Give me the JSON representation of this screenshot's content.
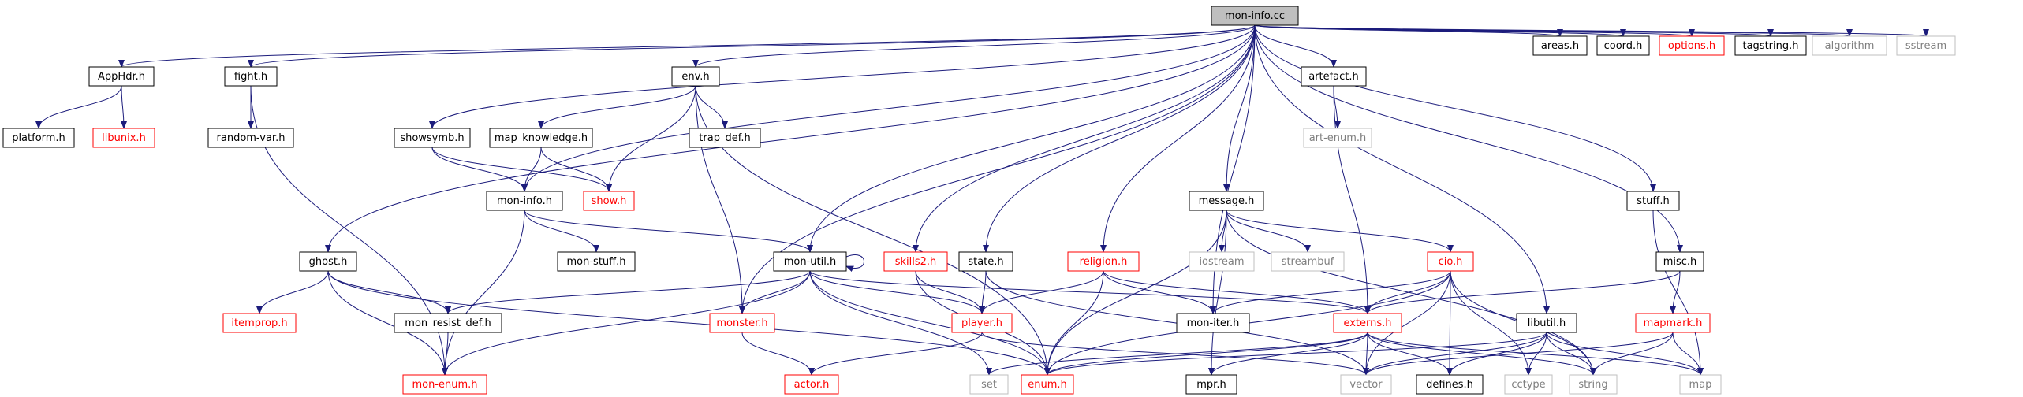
{
  "graph": {
    "nodes": [
      {
        "id": "mon_info_cc",
        "label": "mon-info.cc",
        "style": "root"
      },
      {
        "id": "AppHdr_h",
        "label": "AppHdr.h",
        "style": "normal"
      },
      {
        "id": "platform_h",
        "label": "platform.h",
        "style": "normal"
      },
      {
        "id": "libunix_h",
        "label": "libunix.h",
        "style": "red"
      },
      {
        "id": "fight_h",
        "label": "fight.h",
        "style": "normal"
      },
      {
        "id": "random_var_h",
        "label": "random-var.h",
        "style": "normal"
      },
      {
        "id": "env_h",
        "label": "env.h",
        "style": "normal"
      },
      {
        "id": "trap_def_h",
        "label": "trap_def.h",
        "style": "normal"
      },
      {
        "id": "showsymb_h",
        "label": "showsymb.h",
        "style": "normal"
      },
      {
        "id": "map_knowledge_h",
        "label": "map_knowledge.h",
        "style": "normal"
      },
      {
        "id": "show_h",
        "label": "show.h",
        "style": "red"
      },
      {
        "id": "mon_info_h",
        "label": "mon-info.h",
        "style": "normal"
      },
      {
        "id": "mon_stuff_h",
        "label": "mon-stuff.h",
        "style": "normal"
      },
      {
        "id": "ghost_h",
        "label": "ghost.h",
        "style": "normal"
      },
      {
        "id": "itemprop_h",
        "label": "itemprop.h",
        "style": "red"
      },
      {
        "id": "mon_resist_def_h",
        "label": "mon_resist_def.h",
        "style": "normal"
      },
      {
        "id": "mon_enum_h",
        "label": "mon-enum.h",
        "style": "red"
      },
      {
        "id": "mon_util_h",
        "label": "mon-util.h",
        "style": "normal"
      },
      {
        "id": "monster_h",
        "label": "monster.h",
        "style": "red"
      },
      {
        "id": "actor_h",
        "label": "actor.h",
        "style": "red"
      },
      {
        "id": "skills2_h",
        "label": "skills2.h",
        "style": "red"
      },
      {
        "id": "player_h",
        "label": "player.h",
        "style": "red"
      },
      {
        "id": "state_h",
        "label": "state.h",
        "style": "normal"
      },
      {
        "id": "religion_h",
        "label": "religion.h",
        "style": "red"
      },
      {
        "id": "mon_iter_h",
        "label": "mon-iter.h",
        "style": "normal"
      },
      {
        "id": "set",
        "label": "set",
        "style": "system"
      },
      {
        "id": "enum_h",
        "label": "enum.h",
        "style": "red"
      },
      {
        "id": "message_h",
        "label": "message.h",
        "style": "normal"
      },
      {
        "id": "iostream",
        "label": "iostream",
        "style": "system"
      },
      {
        "id": "streambuf",
        "label": "streambuf",
        "style": "system"
      },
      {
        "id": "mpr_h",
        "label": "mpr.h",
        "style": "normal"
      },
      {
        "id": "artefact_h",
        "label": "artefact.h",
        "style": "normal"
      },
      {
        "id": "art_enum_h",
        "label": "art-enum.h",
        "style": "system"
      },
      {
        "id": "cio_h",
        "label": "cio.h",
        "style": "red"
      },
      {
        "id": "externs_h",
        "label": "externs.h",
        "style": "red"
      },
      {
        "id": "defines_h",
        "label": "defines.h",
        "style": "normal"
      },
      {
        "id": "libutil_h",
        "label": "libutil.h",
        "style": "normal"
      },
      {
        "id": "cctype",
        "label": "cctype",
        "style": "system"
      },
      {
        "id": "string",
        "label": "string",
        "style": "system"
      },
      {
        "id": "vector",
        "label": "vector",
        "style": "system"
      },
      {
        "id": "map",
        "label": "map",
        "style": "system"
      },
      {
        "id": "areas_h",
        "label": "areas.h",
        "style": "normal"
      },
      {
        "id": "coord_h",
        "label": "coord.h",
        "style": "normal"
      },
      {
        "id": "options_h",
        "label": "options.h",
        "style": "red"
      },
      {
        "id": "tagstring_h",
        "label": "tagstring.h",
        "style": "normal"
      },
      {
        "id": "algorithm",
        "label": "algorithm",
        "style": "system"
      },
      {
        "id": "sstream",
        "label": "sstream",
        "style": "system"
      },
      {
        "id": "stuff_h",
        "label": "stuff.h",
        "style": "normal"
      },
      {
        "id": "misc_h",
        "label": "misc.h",
        "style": "normal"
      },
      {
        "id": "mapmark_h",
        "label": "mapmark.h",
        "style": "red"
      }
    ],
    "edges": [
      [
        "mon_info_cc",
        "AppHdr_h"
      ],
      [
        "mon_info_cc",
        "fight_h"
      ],
      [
        "mon_info_cc",
        "env_h"
      ],
      [
        "mon_info_cc",
        "showsymb_h"
      ],
      [
        "mon_info_cc",
        "mon_info_h"
      ],
      [
        "mon_info_cc",
        "ghost_h"
      ],
      [
        "mon_info_cc",
        "mon_util_h"
      ],
      [
        "mon_info_cc",
        "monster_h"
      ],
      [
        "mon_info_cc",
        "skills2_h"
      ],
      [
        "mon_info_cc",
        "state_h"
      ],
      [
        "mon_info_cc",
        "religion_h"
      ],
      [
        "mon_info_cc",
        "message_h"
      ],
      [
        "mon_info_cc",
        "mon_iter_h"
      ],
      [
        "mon_info_cc",
        "artefact_h"
      ],
      [
        "mon_info_cc",
        "libutil_h"
      ],
      [
        "mon_info_cc",
        "areas_h"
      ],
      [
        "mon_info_cc",
        "coord_h"
      ],
      [
        "mon_info_cc",
        "options_h"
      ],
      [
        "mon_info_cc",
        "tagstring_h"
      ],
      [
        "mon_info_cc",
        "algorithm"
      ],
      [
        "mon_info_cc",
        "sstream"
      ],
      [
        "mon_info_cc",
        "stuff_h"
      ],
      [
        "mon_info_cc",
        "misc_h"
      ],
      [
        "AppHdr_h",
        "platform_h"
      ],
      [
        "AppHdr_h",
        "libunix_h"
      ],
      [
        "fight_h",
        "random_var_h"
      ],
      [
        "fight_h",
        "mon_enum_h"
      ],
      [
        "env_h",
        "map_knowledge_h"
      ],
      [
        "env_h",
        "trap_def_h"
      ],
      [
        "env_h",
        "show_h"
      ],
      [
        "env_h",
        "monster_h"
      ],
      [
        "env_h",
        "enum_h"
      ],
      [
        "showsymb_h",
        "show_h"
      ],
      [
        "showsymb_h",
        "mon_info_h"
      ],
      [
        "map_knowledge_h",
        "show_h"
      ],
      [
        "map_knowledge_h",
        "mon_info_h"
      ],
      [
        "mon_info_h",
        "mon_stuff_h"
      ],
      [
        "mon_info_h",
        "mon_util_h"
      ],
      [
        "mon_info_h",
        "mon_enum_h"
      ],
      [
        "ghost_h",
        "itemprop_h"
      ],
      [
        "ghost_h",
        "mon_resist_def_h"
      ],
      [
        "ghost_h",
        "mon_enum_h"
      ],
      [
        "ghost_h",
        "enum_h"
      ],
      [
        "mon_resist_def_h",
        "mon_enum_h"
      ],
      [
        "mon_util_h",
        "mon_util_h"
      ],
      [
        "mon_util_h",
        "mon_resist_def_h"
      ],
      [
        "mon_util_h",
        "monster_h"
      ],
      [
        "mon_util_h",
        "mon_enum_h"
      ],
      [
        "mon_util_h",
        "player_h"
      ],
      [
        "mon_util_h",
        "externs_h"
      ],
      [
        "mon_util_h",
        "enum_h"
      ],
      [
        "mon_util_h",
        "set"
      ],
      [
        "monster_h",
        "actor_h"
      ],
      [
        "skills2_h",
        "player_h"
      ],
      [
        "skills2_h",
        "enum_h"
      ],
      [
        "state_h",
        "player_h"
      ],
      [
        "state_h",
        "vector"
      ],
      [
        "player_h",
        "actor_h"
      ],
      [
        "player_h",
        "vector"
      ],
      [
        "religion_h",
        "player_h"
      ],
      [
        "religion_h",
        "mon_iter_h"
      ],
      [
        "religion_h",
        "enum_h"
      ],
      [
        "religion_h",
        "externs_h"
      ],
      [
        "message_h",
        "iostream"
      ],
      [
        "message_h",
        "streambuf"
      ],
      [
        "message_h",
        "cio_h"
      ],
      [
        "message_h",
        "enum_h"
      ],
      [
        "message_h",
        "mpr_h"
      ],
      [
        "message_h",
        "string"
      ],
      [
        "artefact_h",
        "art_enum_h"
      ],
      [
        "artefact_h",
        "externs_h"
      ],
      [
        "cio_h",
        "externs_h"
      ],
      [
        "cio_h",
        "enum_h"
      ],
      [
        "cio_h",
        "defines_h"
      ],
      [
        "cio_h",
        "cctype"
      ],
      [
        "cio_h",
        "string"
      ],
      [
        "cio_h",
        "mon_iter_h"
      ],
      [
        "cio_h",
        "vector"
      ],
      [
        "externs_h",
        "enum_h"
      ],
      [
        "externs_h",
        "defines_h"
      ],
      [
        "externs_h",
        "mpr_h"
      ],
      [
        "externs_h",
        "vector"
      ],
      [
        "externs_h",
        "string"
      ],
      [
        "externs_h",
        "map"
      ],
      [
        "externs_h",
        "set"
      ],
      [
        "libutil_h",
        "defines_h"
      ],
      [
        "libutil_h",
        "cctype"
      ],
      [
        "libutil_h",
        "string"
      ],
      [
        "libutil_h",
        "vector"
      ],
      [
        "libutil_h",
        "map"
      ],
      [
        "libutil_h",
        "enum_h"
      ],
      [
        "stuff_h",
        "map"
      ],
      [
        "misc_h",
        "externs_h"
      ],
      [
        "misc_h",
        "mapmark_h"
      ],
      [
        "mapmark_h",
        "vector"
      ],
      [
        "mapmark_h",
        "string"
      ],
      [
        "mapmark_h",
        "map"
      ]
    ]
  },
  "colors": {
    "edge": "#1c1c7c",
    "box_border": "#000000",
    "box_border_red": "#ff0000",
    "box_border_system": "#bfbfbf",
    "text": "#000000",
    "text_red": "#ff0000",
    "text_system": "#7f7f7f",
    "root_fill": "#bfbfbf"
  }
}
